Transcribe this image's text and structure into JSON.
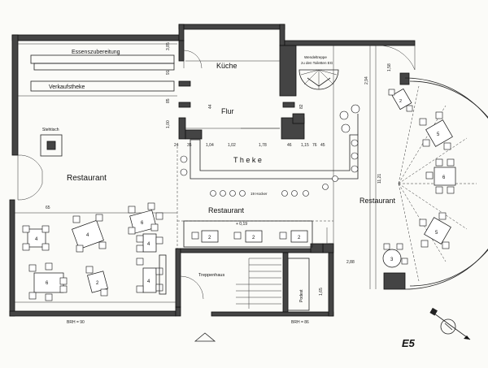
{
  "labels": {
    "essenszubereitung": "Essenszubereitung",
    "verkaufstheke": "Verkaufstheke",
    "kueche": "Küche",
    "flur": "Flur",
    "theke": "T h e k e",
    "wendeltreppe_line1": "Wendeltreppe",
    "wendeltreppe_line2": "zu den Toiletten EG",
    "stehtisch": "Stehtisch",
    "restaurant_left": "Restaurant",
    "restaurant_center": "Restaurant",
    "restaurant_right": "Restaurant",
    "barhocker": "19 Hocker",
    "treppenhaus": "Treppenhaus",
    "podest": "Podest",
    "brh_left": "BRH = 90",
    "brh_right": "BRH = 86",
    "level": "+ 0,19",
    "sheet_id": "E5"
  },
  "dimensions": {
    "d_385": "3,85",
    "d_91": "91",
    "d_85": "85",
    "d_100": "1,00",
    "d_24": "24",
    "d_35": "35",
    "d_104": "1,04",
    "d_102": "1,02",
    "d_178": "1,78",
    "d_115": "1,15",
    "d_45": "45",
    "d_46": "46",
    "d_44": "44",
    "d_82": "82",
    "d_294": "2,94",
    "d_158": "1,58",
    "d_1121": "11,21",
    "d_65": "65",
    "d_288": "2,88",
    "d_165": "1,65",
    "d_76": "76"
  },
  "seat_counts": {
    "left_t1": "4",
    "left_t2": "4",
    "left_t3": "6",
    "left_t4": "6",
    "left_t5": "2",
    "left_t6": "4",
    "left_t7": "4",
    "theke_t1": "2",
    "theke_t2": "2",
    "theke_t3": "2",
    "right_t1": "2",
    "right_t2": "5",
    "right_t3": "6",
    "right_t4": "5",
    "right_t5": "3"
  }
}
